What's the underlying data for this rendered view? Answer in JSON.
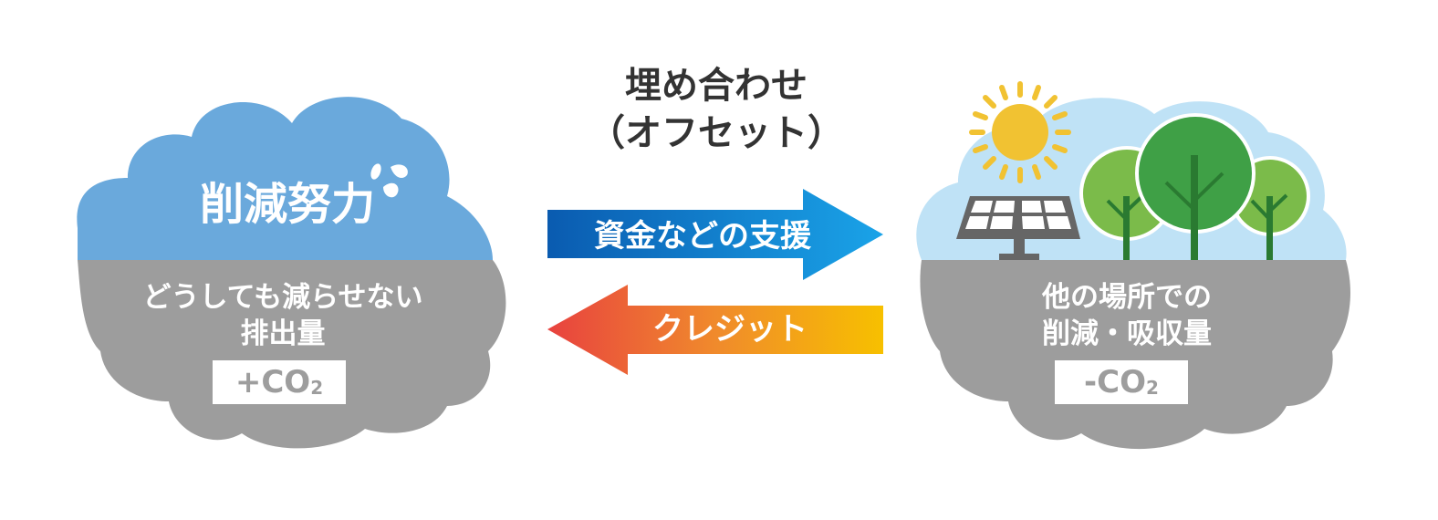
{
  "title": {
    "line1": "埋め合わせ",
    "line2": "（オフセット）"
  },
  "left_cloud": {
    "top_label": "削減努力",
    "body_line1": "どうしても減らせない",
    "body_line2": "排出量",
    "badge_prefix": "+CO",
    "badge_sub": "2"
  },
  "right_cloud": {
    "body_line1": "他の場所での",
    "body_line2": "削減・吸収量",
    "badge_prefix": "-CO",
    "badge_sub": "2"
  },
  "arrows": {
    "to_right_label": "資金などの支援",
    "to_left_label": "クレジット"
  },
  "colors": {
    "sky_blue_cloud": "#6aa9dc",
    "gray_cloud": "#9d9d9d",
    "light_sky": "#bfe2f6",
    "arrow_blue_start": "#0a5bb0",
    "arrow_blue_end": "#1aa3e8",
    "arrow_red": "#e8423f",
    "arrow_yellow": "#f7c000",
    "sun": "#f1c232",
    "tree_light": "#7bbb4a",
    "tree_dark": "#3fa046",
    "trunk": "#2a7a31",
    "panel": "#666666"
  },
  "icons": [
    "water-drops-icon",
    "sun-icon",
    "solar-panel-icon",
    "tree-icon"
  ]
}
